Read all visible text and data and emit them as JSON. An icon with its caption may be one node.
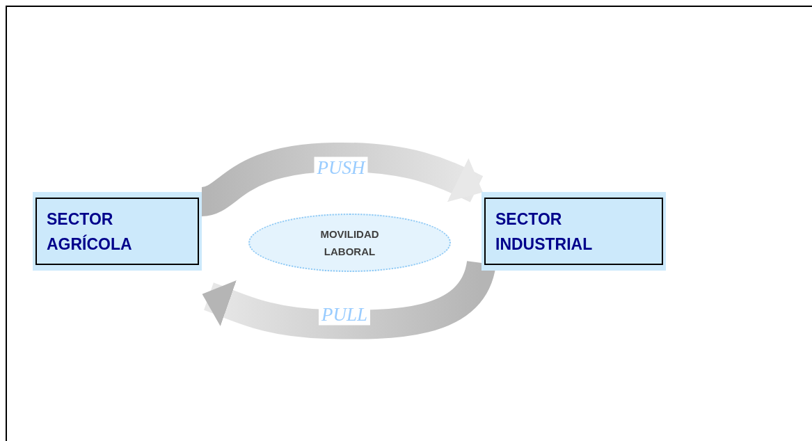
{
  "diagram": {
    "nodes": [
      {
        "text": [
          "SECTOR AGRÍCOLA"
        ]
      },
      {
        "text": [
          "MOVILIDAD LABORAL"
        ]
      },
      {
        "text": [
          "SECTOR INDUSTRIAL"
        ]
      }
    ],
    "edges": [
      {
        "from": 0,
        "to": 2,
        "arrow": "to",
        "label": "PUSH",
        "style": "thick"
      },
      {
        "from": 2,
        "to": 0,
        "arrow": "to",
        "label": "PULL",
        "style": "thick"
      }
    ]
  }
}
